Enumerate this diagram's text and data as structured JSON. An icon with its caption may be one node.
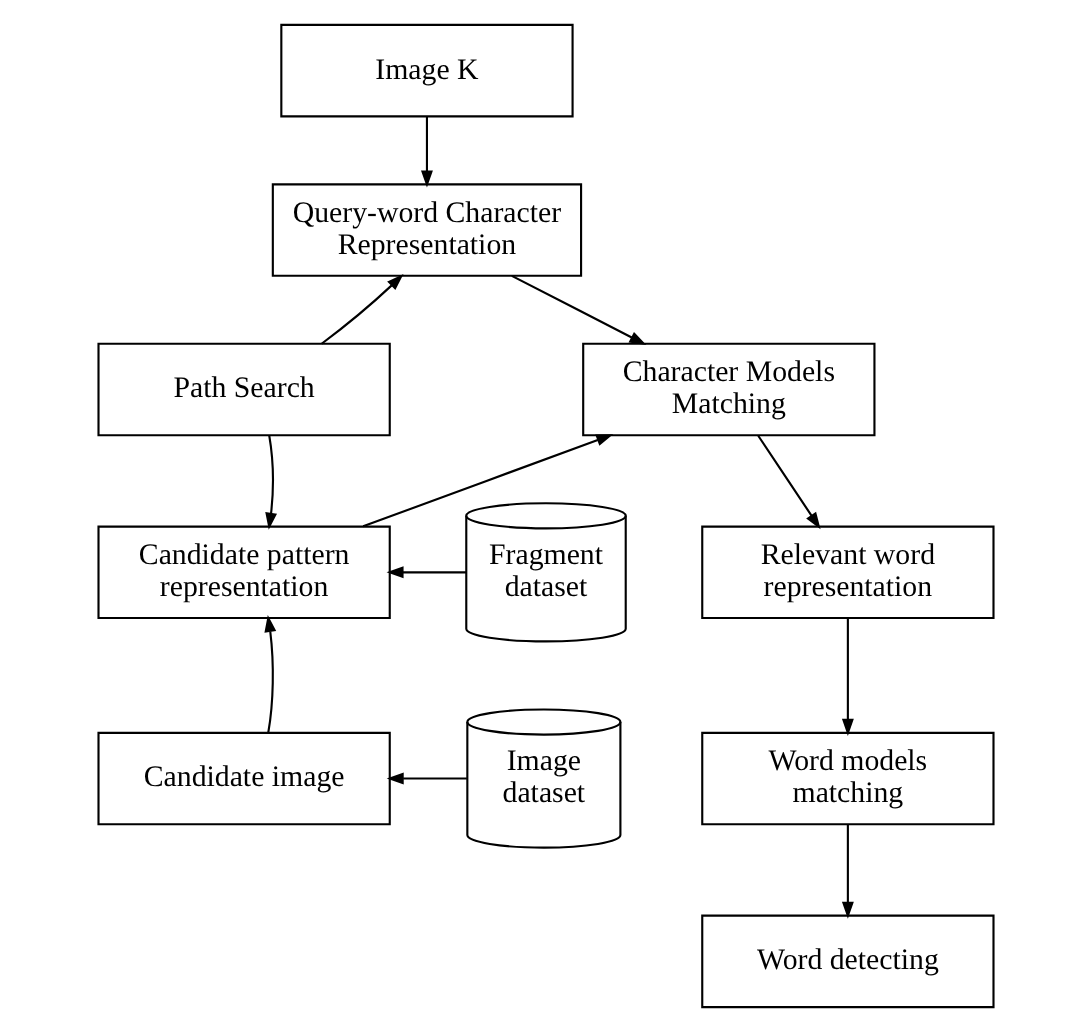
{
  "diagram": {
    "nodes": [
      {
        "text": [
          "Image K"
        ]
      },
      {
        "text": [
          "Query-word Character Representation"
        ]
      },
      {
        "text": [
          "Path Search"
        ]
      },
      {
        "text": [
          "Character Models Matching"
        ]
      },
      {
        "text": [
          "Fragment dataset"
        ]
      },
      {
        "text": [
          "Candidate pattern representation"
        ]
      },
      {
        "text": [
          "Image dataset"
        ]
      },
      {
        "text": [
          "Candidate image"
        ]
      },
      {
        "text": [
          "Relevant word representation"
        ]
      },
      {
        "text": [
          "Word models matching"
        ]
      },
      {
        "text": [
          "Word detecting"
        ]
      }
    ],
    "edges": [
      {
        "from": 0,
        "to": 1,
        "arrow": "to"
      },
      {
        "from": 2,
        "to": 1,
        "arrow": "to"
      },
      {
        "from": 1,
        "to": 3,
        "arrow": "to"
      },
      {
        "from": 2,
        "to": 5,
        "arrow": "to"
      },
      {
        "from": 5,
        "to": 3,
        "arrow": "to"
      },
      {
        "from": 3,
        "to": 8,
        "arrow": "to"
      },
      {
        "from": 4,
        "to": 5,
        "arrow": "to"
      },
      {
        "from": 6,
        "to": 7,
        "arrow": "to"
      },
      {
        "from": 7,
        "to": 5,
        "arrow": "to"
      },
      {
        "from": 8,
        "to": 9,
        "arrow": "to"
      },
      {
        "from": 9,
        "to": 10,
        "arrow": "to"
      }
    ]
  }
}
